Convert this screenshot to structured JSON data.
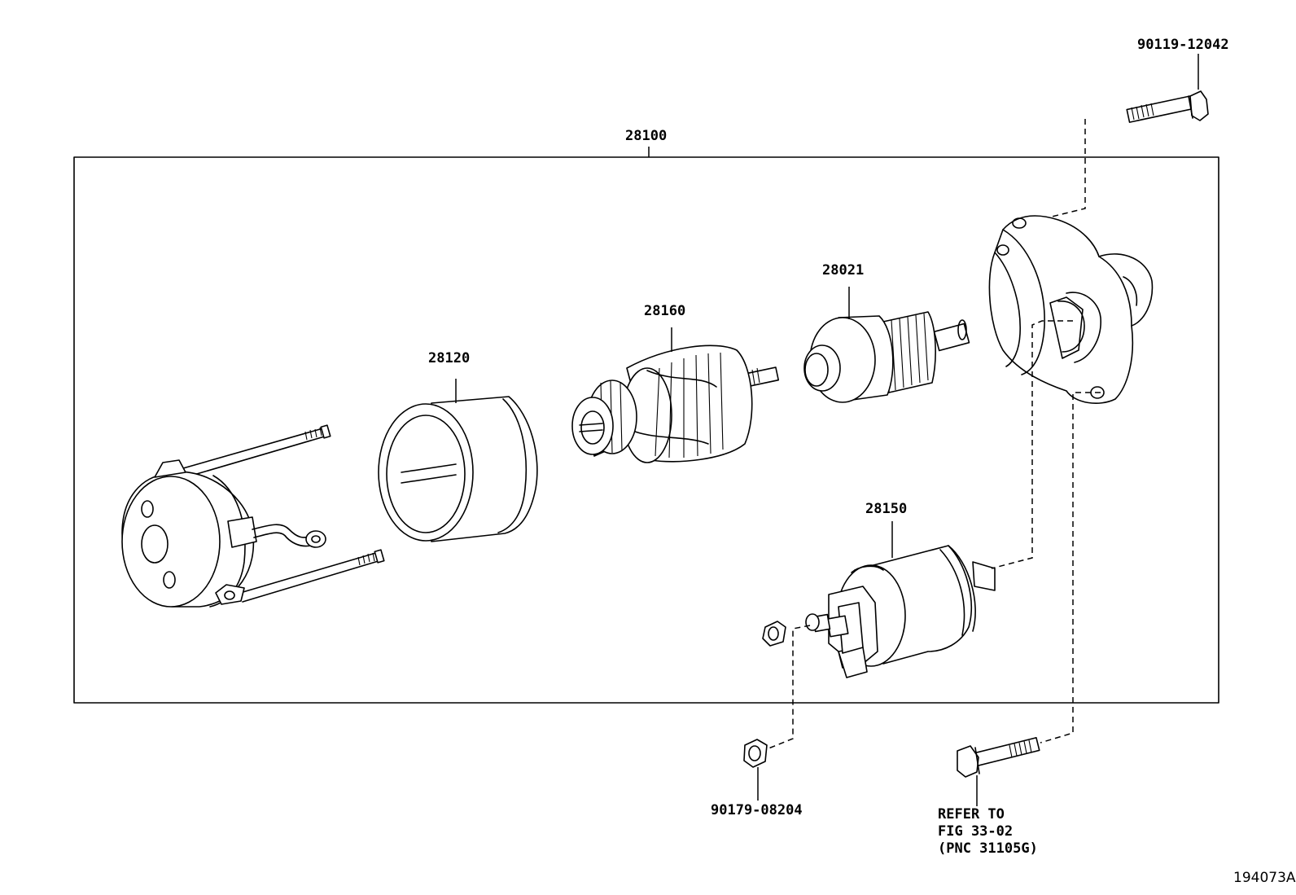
{
  "labels": {
    "assembly": "28100",
    "yoke": "28120",
    "armature": "28160",
    "clutch": "28021",
    "solenoid": "28150",
    "bolt_top": "90119-12042",
    "nut_bottom": "90179-08204",
    "refer_line1": "REFER TO",
    "refer_line2": "FIG 33-02",
    "refer_line3": "(PNC 31105G)"
  },
  "figure_number": "194073A"
}
